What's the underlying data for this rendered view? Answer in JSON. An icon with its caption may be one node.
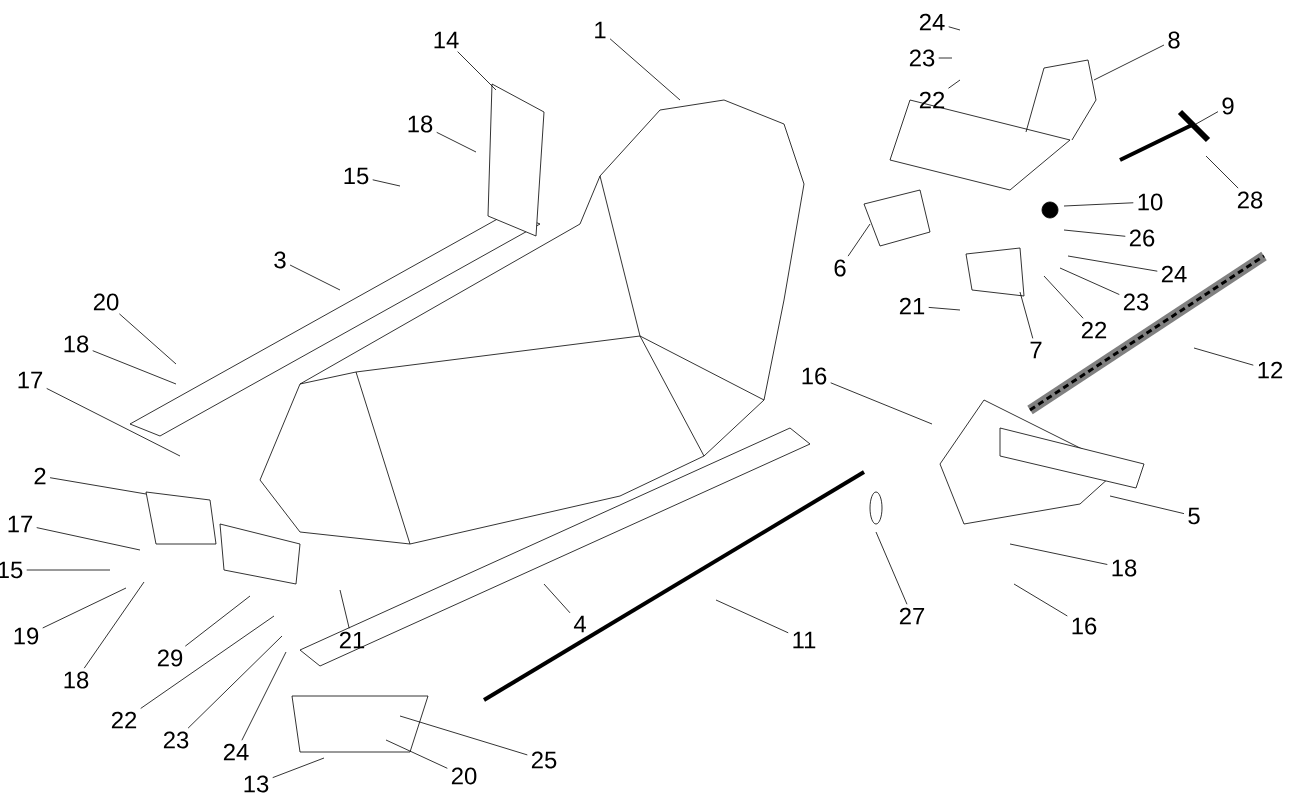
{
  "diagram": {
    "nodes": [
      {
        "text": [
          "24"
        ]
      },
      {
        "text": [
          "1"
        ]
      },
      {
        "text": [
          "14"
        ]
      },
      {
        "text": [
          "8"
        ]
      },
      {
        "text": [
          "23"
        ]
      },
      {
        "text": [
          "22"
        ]
      },
      {
        "text": [
          "9"
        ]
      },
      {
        "text": [
          "18"
        ]
      },
      {
        "text": [
          "15"
        ]
      },
      {
        "text": [
          "28"
        ]
      },
      {
        "text": [
          "10"
        ]
      },
      {
        "text": [
          "26"
        ]
      },
      {
        "text": [
          "3"
        ]
      },
      {
        "text": [
          "6"
        ]
      },
      {
        "text": [
          "24"
        ]
      },
      {
        "text": [
          "20"
        ]
      },
      {
        "text": [
          "23"
        ]
      },
      {
        "text": [
          "21"
        ]
      },
      {
        "text": [
          "22"
        ]
      },
      {
        "text": [
          "18"
        ]
      },
      {
        "text": [
          "7"
        ]
      },
      {
        "text": [
          "12"
        ]
      },
      {
        "text": [
          "17"
        ]
      },
      {
        "text": [
          "16"
        ]
      },
      {
        "text": [
          "2"
        ]
      },
      {
        "text": [
          "5"
        ]
      },
      {
        "text": [
          "17"
        ]
      },
      {
        "text": [
          "15"
        ]
      },
      {
        "text": [
          "18"
        ]
      },
      {
        "text": [
          "27"
        ]
      },
      {
        "text": [
          "16"
        ]
      },
      {
        "text": [
          "4"
        ]
      },
      {
        "text": [
          "21"
        ]
      },
      {
        "text": [
          "19"
        ]
      },
      {
        "text": [
          "11"
        ]
      },
      {
        "text": [
          "29"
        ]
      },
      {
        "text": [
          "18"
        ]
      },
      {
        "text": [
          "22"
        ]
      },
      {
        "text": [
          "23"
        ]
      },
      {
        "text": [
          "24"
        ]
      },
      {
        "text": [
          "25"
        ]
      },
      {
        "text": [
          "20"
        ]
      },
      {
        "text": [
          "13"
        ]
      }
    ],
    "edges": [
      {
        "from": 0,
        "to": null,
        "arrow": "none"
      },
      {
        "from": 1,
        "to": null,
        "arrow": "none"
      },
      {
        "from": 2,
        "to": null,
        "arrow": "none"
      },
      {
        "from": 3,
        "to": null,
        "arrow": "none"
      },
      {
        "from": 4,
        "to": null,
        "arrow": "none"
      },
      {
        "from": 5,
        "to": null,
        "arrow": "none"
      },
      {
        "from": 6,
        "to": null,
        "arrow": "none"
      },
      {
        "from": 7,
        "to": null,
        "arrow": "none"
      },
      {
        "from": 8,
        "to": null,
        "arrow": "none"
      },
      {
        "from": 9,
        "to": null,
        "arrow": "none"
      },
      {
        "from": 10,
        "to": null,
        "arrow": "none"
      },
      {
        "from": 11,
        "to": null,
        "arrow": "none"
      },
      {
        "from": 12,
        "to": null,
        "arrow": "none"
      },
      {
        "from": 13,
        "to": null,
        "arrow": "none"
      },
      {
        "from": 14,
        "to": null,
        "arrow": "none"
      },
      {
        "from": 15,
        "to": null,
        "arrow": "none"
      },
      {
        "from": 16,
        "to": null,
        "arrow": "none"
      },
      {
        "from": 17,
        "to": null,
        "arrow": "none"
      },
      {
        "from": 18,
        "to": null,
        "arrow": "none"
      },
      {
        "from": 19,
        "to": null,
        "arrow": "none"
      },
      {
        "from": 20,
        "to": null,
        "arrow": "none"
      },
      {
        "from": 21,
        "to": null,
        "arrow": "none"
      },
      {
        "from": 22,
        "to": null,
        "arrow": "none"
      },
      {
        "from": 23,
        "to": null,
        "arrow": "none"
      },
      {
        "from": 24,
        "to": null,
        "arrow": "none"
      },
      {
        "from": 25,
        "to": null,
        "arrow": "none"
      },
      {
        "from": 26,
        "to": null,
        "arrow": "none"
      },
      {
        "from": 27,
        "to": null,
        "arrow": "none"
      },
      {
        "from": 28,
        "to": null,
        "arrow": "none"
      },
      {
        "from": 29,
        "to": null,
        "arrow": "none"
      },
      {
        "from": 30,
        "to": null,
        "arrow": "none"
      },
      {
        "from": 31,
        "to": null,
        "arrow": "none"
      },
      {
        "from": 32,
        "to": null,
        "arrow": "none"
      },
      {
        "from": 33,
        "to": null,
        "arrow": "none"
      },
      {
        "from": 34,
        "to": null,
        "arrow": "none"
      },
      {
        "from": 35,
        "to": null,
        "arrow": "none"
      },
      {
        "from": 36,
        "to": null,
        "arrow": "none"
      },
      {
        "from": 37,
        "to": null,
        "arrow": "none"
      },
      {
        "from": 38,
        "to": null,
        "arrow": "none"
      },
      {
        "from": 39,
        "to": null,
        "arrow": "none"
      },
      {
        "from": 40,
        "to": null,
        "arrow": "none"
      },
      {
        "from": 41,
        "to": null,
        "arrow": "none"
      },
      {
        "from": 42,
        "to": null,
        "arrow": "none"
      }
    ]
  }
}
